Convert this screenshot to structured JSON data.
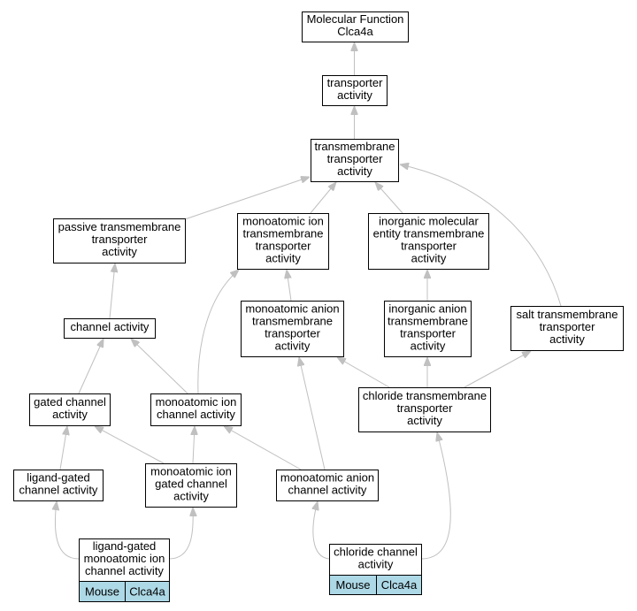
{
  "nodes": {
    "molecular_function": {
      "label_lines": [
        "Molecular Function",
        "Clca4a"
      ]
    },
    "transporter_activity": {
      "label_lines": [
        "transporter",
        "activity"
      ]
    },
    "transmembrane_transporter_activity": {
      "label_lines": [
        "transmembrane",
        "transporter",
        "activity"
      ]
    },
    "passive_transmembrane_transporter_activity": {
      "label_lines": [
        "passive transmembrane",
        "transporter",
        "activity"
      ]
    },
    "monoatomic_ion_transmembrane_transporter_activity": {
      "label_lines": [
        "monoatomic ion",
        "transmembrane",
        "transporter",
        "activity"
      ]
    },
    "inorganic_molecular_entity_transmembrane_transporter_activity": {
      "label_lines": [
        "inorganic molecular",
        "entity transmembrane",
        "transporter",
        "activity"
      ]
    },
    "monoatomic_anion_transmembrane_transporter_activity": {
      "label_lines": [
        "monoatomic anion",
        "transmembrane",
        "transporter",
        "activity"
      ]
    },
    "inorganic_anion_transmembrane_transporter_activity": {
      "label_lines": [
        "inorganic anion",
        "transmembrane",
        "transporter",
        "activity"
      ]
    },
    "salt_transmembrane_transporter_activity": {
      "label_lines": [
        "salt transmembrane",
        "transporter",
        "activity"
      ]
    },
    "channel_activity": {
      "label_lines": [
        "channel activity"
      ]
    },
    "gated_channel_activity": {
      "label_lines": [
        "gated channel",
        "activity"
      ]
    },
    "monoatomic_ion_channel_activity": {
      "label_lines": [
        "monoatomic ion",
        "channel activity"
      ]
    },
    "chloride_transmembrane_transporter_activity": {
      "label_lines": [
        "chloride transmembrane",
        "transporter",
        "activity"
      ]
    },
    "ligand_gated_channel_activity": {
      "label_lines": [
        "ligand-gated",
        "channel activity"
      ]
    },
    "monoatomic_ion_gated_channel_activity": {
      "label_lines": [
        "monoatomic ion",
        "gated channel",
        "activity"
      ]
    },
    "monoatomic_anion_channel_activity": {
      "label_lines": [
        "monoatomic anion",
        "channel activity"
      ]
    },
    "ligand_gated_monoatomic_ion_channel_activity": {
      "label_lines": [
        "ligand-gated",
        "monoatomic ion",
        "channel activity"
      ],
      "annotation": {
        "organism": "Mouse",
        "gene": "Clca4a"
      }
    },
    "chloride_channel_activity": {
      "label_lines": [
        "chloride channel",
        "activity"
      ],
      "annotation": {
        "organism": "Mouse",
        "gene": "Clca4a"
      }
    }
  },
  "colors": {
    "edge": "#c0c0c0",
    "annotation_cell": "#add8e6",
    "node_border": "#000000",
    "background": "#ffffff"
  }
}
